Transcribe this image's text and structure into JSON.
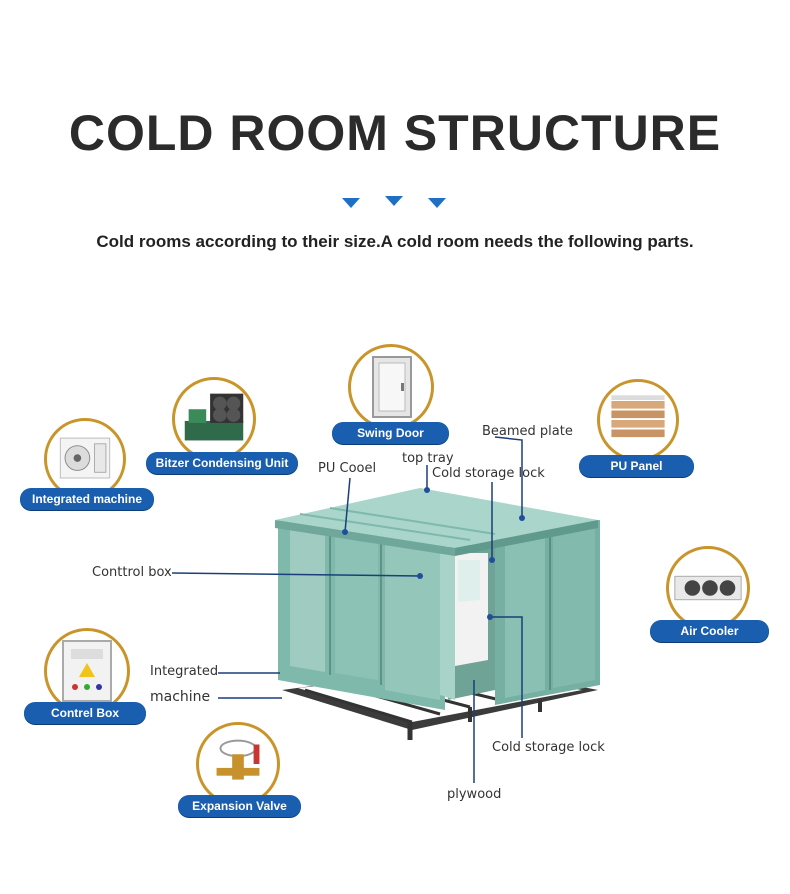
{
  "title": "COLD ROOM STRUCTURE",
  "subtitle": "Cold rooms according to their size.A cold room needs the following parts.",
  "colors": {
    "pill": "#1a5eb0",
    "circle_border": "#c9952a",
    "panel": "#7fb9ac",
    "arrow": "#1f6fc4"
  },
  "components": [
    {
      "id": "integrated_machine",
      "label": "Integrated machine",
      "icon": "integrated-machine-icon"
    },
    {
      "id": "bitzer",
      "label": "Bitzer Condensing Unit",
      "icon": "condensing-unit-icon"
    },
    {
      "id": "swing_door",
      "label": "Swing  Door",
      "icon": "swing-door-icon"
    },
    {
      "id": "pu_panel",
      "label": "PU Panel",
      "icon": "pu-panel-icon"
    },
    {
      "id": "air_cooler",
      "label": "Air Cooler",
      "icon": "air-cooler-icon"
    },
    {
      "id": "control_box",
      "label": "Contrel Box",
      "icon": "control-box-icon"
    },
    {
      "id": "expansion_valve",
      "label": "Expansion Valve",
      "icon": "expansion-valve-icon"
    }
  ],
  "callouts": {
    "beamed_plate": "Beamed plate",
    "top_tray": "top tray",
    "pu_cooel": "PU Cooel",
    "cold_lock_top": "Cold storage lock",
    "conttrol_box": "Conttrol box",
    "integrated": "Integrated",
    "machine": "machine",
    "cold_lock_bottom": "Cold storage lock",
    "plywood": "plywood"
  }
}
